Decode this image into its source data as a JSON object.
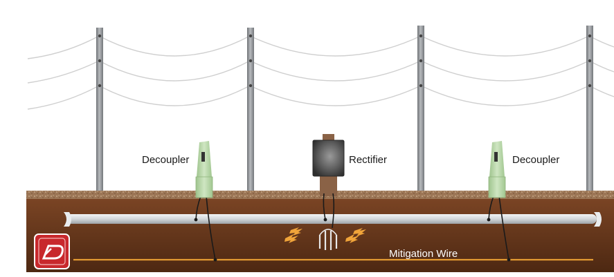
{
  "labels": {
    "decoupler_left": "Decoupler",
    "rectifier": "Rectifier",
    "decoupler_right": "Decoupler",
    "mitigation_wire": "Mitigation Wire"
  },
  "colors": {
    "sky": "#ffffff",
    "soil": "#6a3a1f",
    "soil_dark": "#4f2a14",
    "gravel": "#a8805e",
    "pipe": "#d9dde0",
    "pole": "#8b8e92",
    "decoupler": "#b9d8a8",
    "rectifier": "#555555",
    "mitigation_wire": "#e49b32",
    "current_arrows": "#f0a43a",
    "logo": "#c8282c"
  },
  "icons": {
    "logo": "company-logo-icon",
    "ground_rods": "anode-rods-icon",
    "arrows": "current-flow-arrow-icon"
  }
}
